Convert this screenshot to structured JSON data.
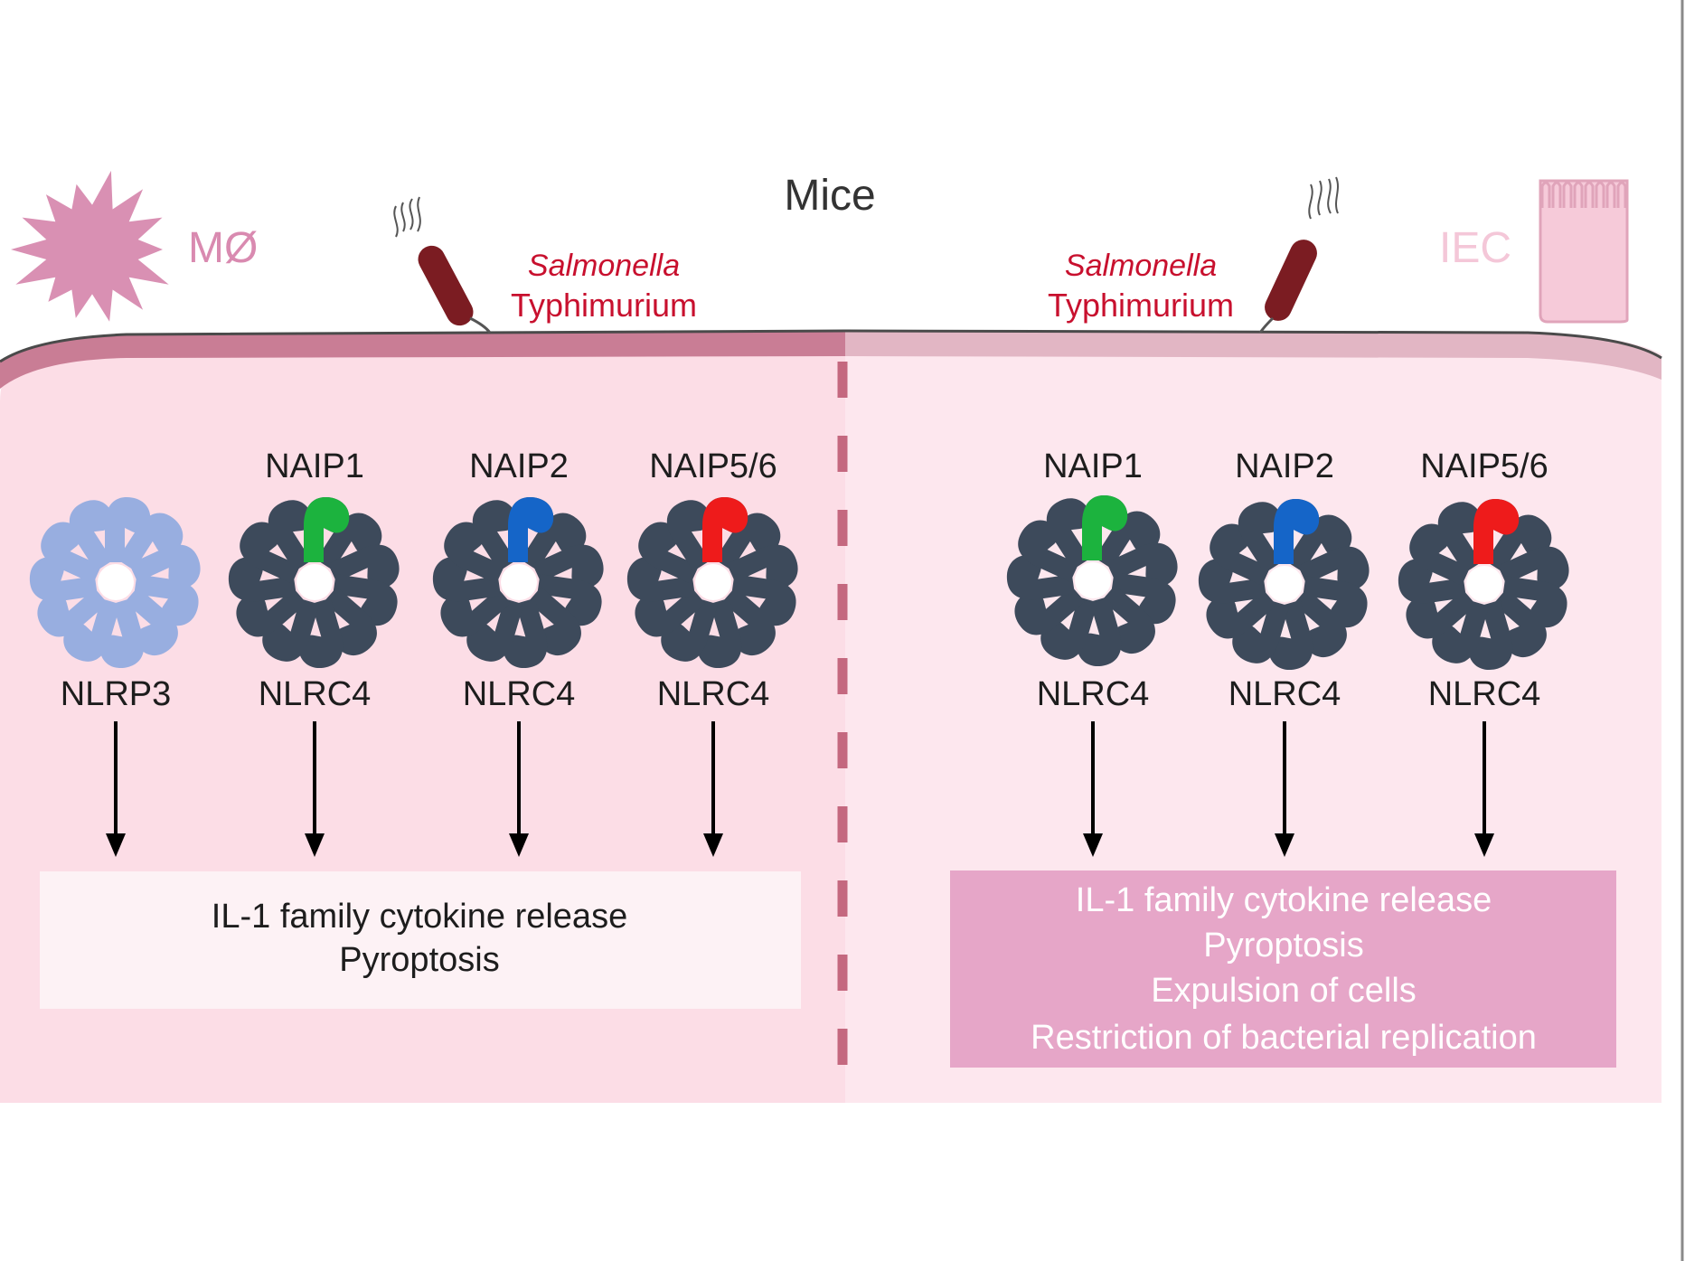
{
  "title": "Mice",
  "left_panel": {
    "cell_label": "MØ",
    "bacterium": {
      "line1": "Salmonella",
      "line2": "Typhimurium"
    },
    "complexes": [
      {
        "top_label": "",
        "bottom_label": "NLRP3",
        "kind": "nlrp3",
        "accent": ""
      },
      {
        "top_label": "NAIP1",
        "bottom_label": "NLRC4",
        "kind": "nlrc4",
        "accent": "#1cb33e"
      },
      {
        "top_label": "NAIP2",
        "bottom_label": "NLRC4",
        "kind": "nlrc4",
        "accent": "#1565c8"
      },
      {
        "top_label": "NAIP5/6",
        "bottom_label": "NLRC4",
        "kind": "nlrc4",
        "accent": "#ee1b1b"
      }
    ],
    "outcomes": [
      "IL-1 family cytokine release",
      "Pyroptosis"
    ]
  },
  "right_panel": {
    "cell_label": "IEC",
    "bacterium": {
      "line1": "Salmonella",
      "line2": "Typhimurium"
    },
    "complexes": [
      {
        "top_label": "NAIP1",
        "bottom_label": "NLRC4",
        "kind": "nlrc4",
        "accent": "#1cb33e"
      },
      {
        "top_label": "NAIP2",
        "bottom_label": "NLRC4",
        "kind": "nlrc4",
        "accent": "#1565c8"
      },
      {
        "top_label": "NAIP5/6",
        "bottom_label": "NLRC4",
        "kind": "nlrc4",
        "accent": "#ee1b1b"
      }
    ],
    "outcomes": [
      "IL-1 family cytokine release",
      "Pyroptosis",
      "Expulsion of cells",
      "Restriction of bacterial replication"
    ]
  },
  "colors": {
    "left_bg": "#fcdde6",
    "right_bg": "#fde7ee",
    "membrane_left": "#c97d95",
    "membrane_right": "#e2b6c4",
    "nlrc4": "#3d4a5b",
    "nlrp3": "#98aee0",
    "bacterium": "#7b1c22",
    "salmonella_text": "#c8102e",
    "macrophage": "#d990b3",
    "iec": "#f6cad9",
    "outcome_box_right": "#e6a6c8"
  }
}
